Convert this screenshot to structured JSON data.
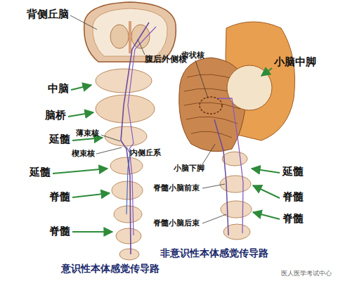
{
  "diagram": {
    "labels": [
      "背侧丘脑",
      "腹后外侧核",
      "中脑",
      "脑桥",
      "延髓",
      "薄束核",
      "楔束核",
      "内侧丘系",
      "延髓",
      "脊髓",
      "脊髓",
      "齿状核",
      "小脑中脚",
      "小脑下脚",
      "延髓",
      "脊髓小脑前束",
      "脊髓",
      "脊髓小脑后束",
      "脊髓",
      "非意识性本体感觉传导路",
      "意识性本体感觉传导路",
      "医人医学考试中心"
    ]
  }
}
